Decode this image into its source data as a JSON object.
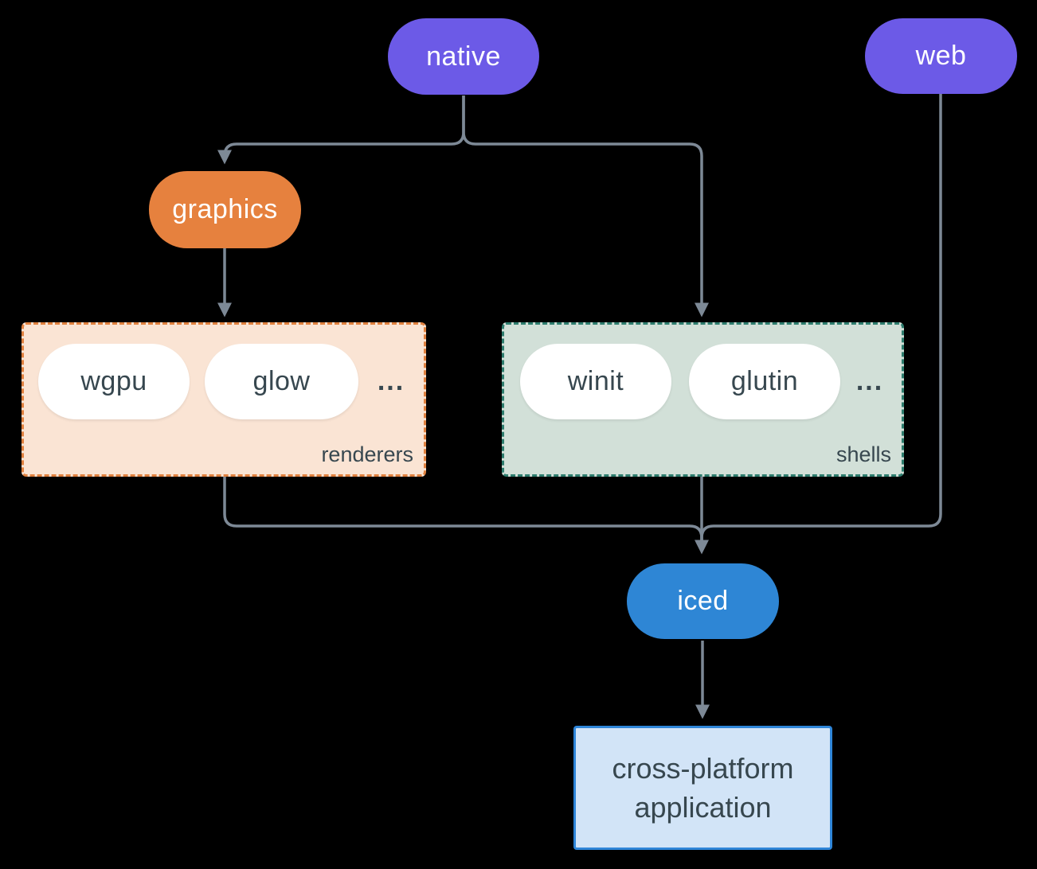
{
  "colors": {
    "background": "#000000",
    "edge": "#7d8996",
    "purple_node": "#6c5ae7",
    "orange_node": "#e6813e",
    "blue_node": "#2e86d5",
    "renderers_fill": "#fae4d4",
    "renderers_border": "#e0813f",
    "shells_fill": "#d2e0d8",
    "shells_border": "#2e7d6e",
    "app_fill": "#d2e4f7",
    "app_border": "#2e85d8",
    "dark_text": "#37474f",
    "white_text": "#ffffff"
  },
  "nodes": {
    "native": {
      "label": "native"
    },
    "web": {
      "label": "web"
    },
    "graphics": {
      "label": "graphics"
    },
    "iced": {
      "label": "iced"
    },
    "app": {
      "line1": "cross-platform",
      "line2": "application"
    }
  },
  "groups": {
    "renderers": {
      "label": "renderers",
      "items": [
        "wgpu",
        "glow"
      ],
      "ellipsis": "..."
    },
    "shells": {
      "label": "shells",
      "items": [
        "winit",
        "glutin"
      ],
      "ellipsis": "..."
    }
  },
  "edges": [
    {
      "from": "native",
      "to": "graphics"
    },
    {
      "from": "native",
      "to": "shells"
    },
    {
      "from": "graphics",
      "to": "renderers"
    },
    {
      "from": "renderers",
      "to": "iced"
    },
    {
      "from": "shells",
      "to": "iced"
    },
    {
      "from": "web",
      "to": "iced"
    },
    {
      "from": "iced",
      "to": "app"
    }
  ]
}
